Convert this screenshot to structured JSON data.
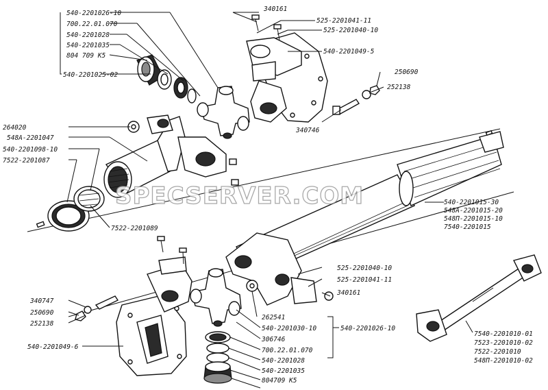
{
  "watermark": "SPECSERVER.COM",
  "labels": {
    "l1": "540-2201026-10",
    "l2": "700.22.01.070",
    "l3": "540-2201028",
    "l4": "540-2201035",
    "l5": "804 709 K5",
    "l6": "540-2201025-02",
    "l7": "340161",
    "l8": "525-2201041-11",
    "l9": "525-2201040-10",
    "l10": "540-2201049-5",
    "l11": "250690",
    "l12": "252138",
    "l13": "340746",
    "l14": "264020",
    "l15": "548A-2201047",
    "l16": "540-2201098-10",
    "l17": "7522-2201087",
    "l18": "7522-2201089",
    "l19": "540-2201015-30",
    "l20": "548A-2201015-20",
    "l21": "548П-2201015-10",
    "l22": "7540-2201015",
    "l23": "525-2201040-10",
    "l24": "525-2201041-11",
    "l25": "340161",
    "l26": "340747",
    "l27": "250690",
    "l28": "252138",
    "l29": "540-2201049-6",
    "l30": "262541",
    "l31": "540-2201030-10",
    "l32": "306746",
    "l33": "540-2201026-10",
    "l34": "700.22.01.070",
    "l35": "540-2201028",
    "l36": "540-2201035",
    "l37": "804709 K5",
    "l38": "7540-2201010-01",
    "l39": "7523-2201010-02",
    "l40": "7522-2201010",
    "l41": "548П-2201010-02"
  }
}
